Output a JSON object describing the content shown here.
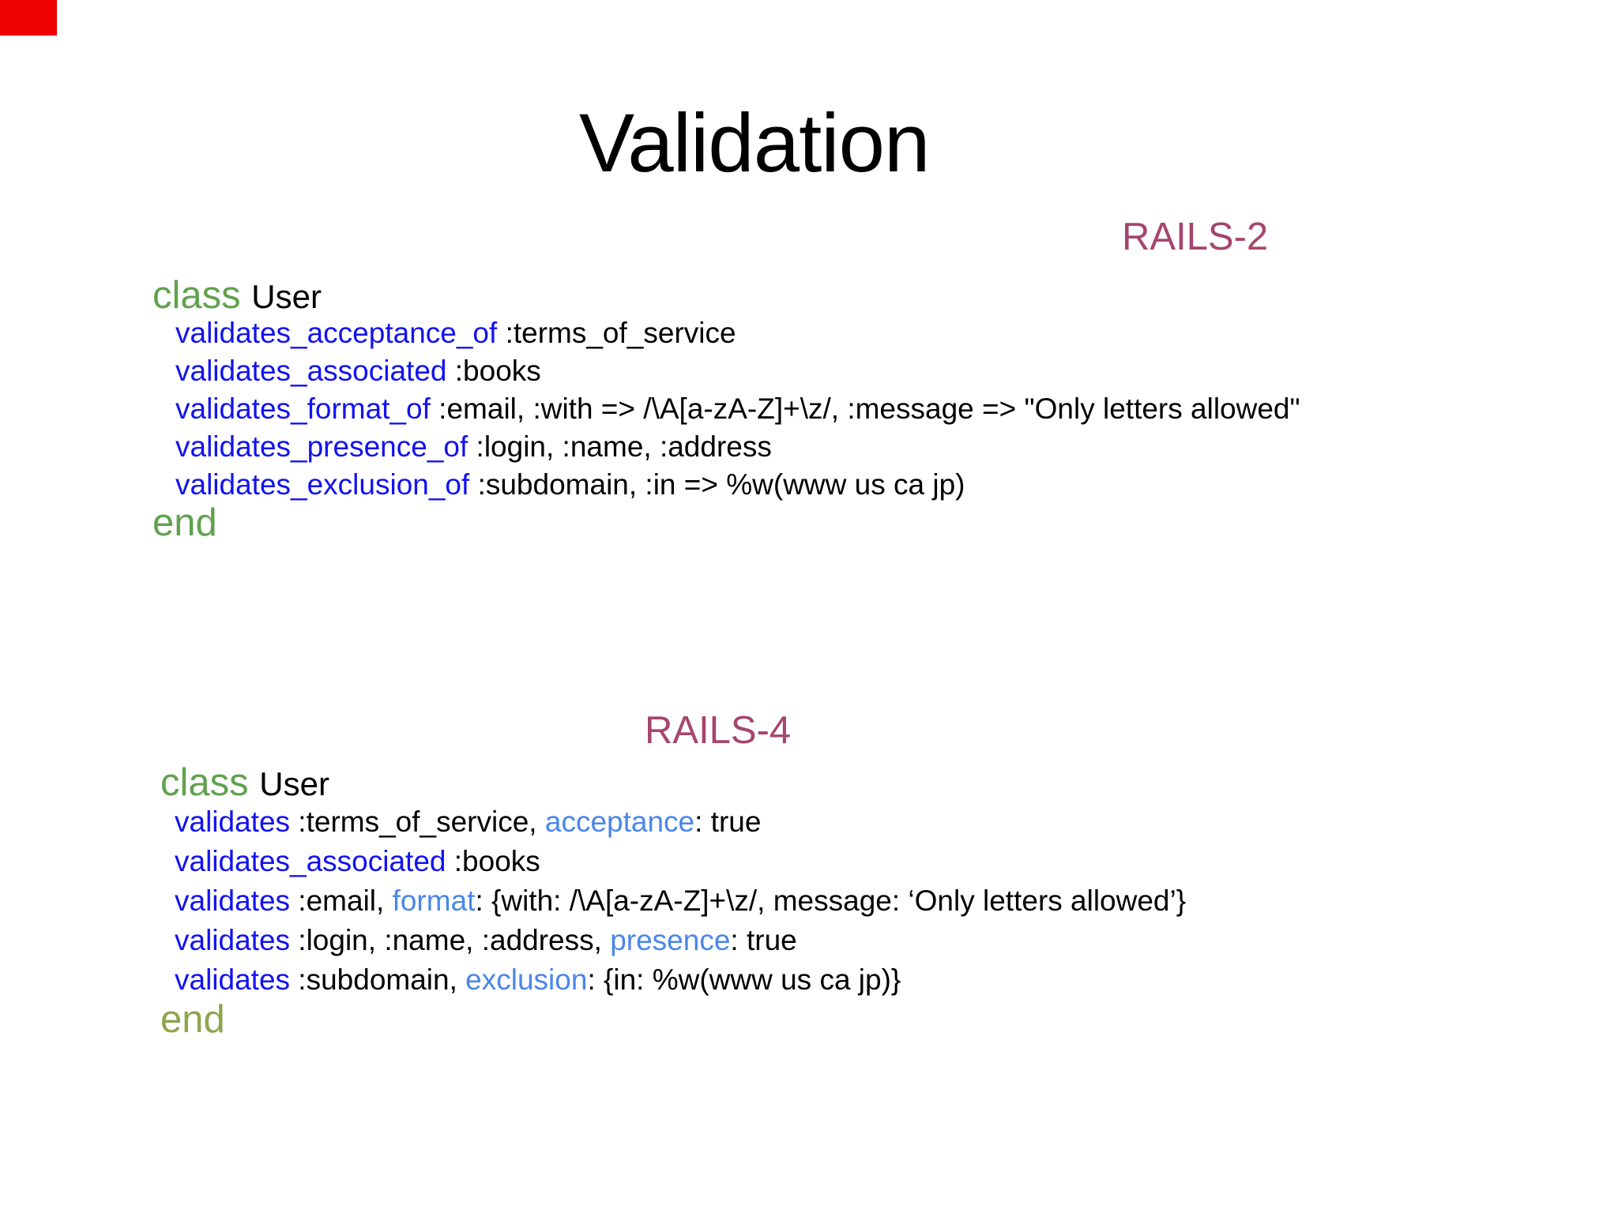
{
  "title": "Validation",
  "colors": {
    "keyword_blue": "#1212f0",
    "option_lightblue": "#4a86e8",
    "class_green": "#60a24e",
    "end_olive": "#8da54d",
    "heading_pink": "#a5466e",
    "text_black": "#000000",
    "marker_red": "#ee0202",
    "background": "#ffffff"
  },
  "sections": [
    {
      "heading": "RAILS-2",
      "lines": [
        {
          "indent": false,
          "tokens": [
            {
              "t": "class ",
              "cls": "green"
            },
            {
              "t": "User",
              "cls": "user"
            }
          ]
        },
        {
          "indent": true,
          "tokens": [
            {
              "t": "validates_acceptance_of",
              "cls": "blue"
            },
            {
              "t": " :terms_of_service",
              "cls": "black"
            }
          ]
        },
        {
          "indent": true,
          "tokens": [
            {
              "t": "validates_associated",
              "cls": "blue"
            },
            {
              "t": " :books",
              "cls": "black"
            }
          ]
        },
        {
          "indent": true,
          "tokens": [
            {
              "t": "validates_format_of",
              "cls": "blue"
            },
            {
              "t": " :email, :with => /\\A[a-zA-Z]+\\z/, :message => \"Only letters allowed\"",
              "cls": "black"
            }
          ]
        },
        {
          "indent": true,
          "tokens": [
            {
              "t": "validates_presence_of",
              "cls": "blue"
            },
            {
              "t": " :login, :name, :address",
              "cls": "black"
            }
          ]
        },
        {
          "indent": true,
          "tokens": [
            {
              "t": "validates_exclusion_of",
              "cls": "blue"
            },
            {
              "t": " :subdomain, :in => %w(www us ca jp)",
              "cls": "black"
            }
          ]
        },
        {
          "indent": false,
          "tokens": [
            {
              "t": "end",
              "cls": "green"
            }
          ]
        }
      ]
    },
    {
      "heading": "RAILS-4",
      "lines": [
        {
          "indent": false,
          "tokens": [
            {
              "t": "class ",
              "cls": "green"
            },
            {
              "t": "User",
              "cls": "user"
            }
          ]
        },
        {
          "indent": true,
          "tokens": [
            {
              "t": "validates",
              "cls": "blue"
            },
            {
              "t": " :terms_of_service, ",
              "cls": "black"
            },
            {
              "t": "acceptance",
              "cls": "lightblue"
            },
            {
              "t": ": true",
              "cls": "black"
            }
          ]
        },
        {
          "indent": true,
          "tokens": [
            {
              "t": "validates_associated",
              "cls": "blue"
            },
            {
              "t": " :books",
              "cls": "black"
            }
          ]
        },
        {
          "indent": true,
          "tokens": [
            {
              "t": "validates",
              "cls": "blue"
            },
            {
              "t": " :email, ",
              "cls": "black"
            },
            {
              "t": "format",
              "cls": "lightblue"
            },
            {
              "t": ": {with: /\\A[a-zA-Z]+\\z/, message: ‘Only letters allowed’}",
              "cls": "black"
            }
          ]
        },
        {
          "indent": true,
          "tokens": [
            {
              "t": "validates",
              "cls": "blue"
            },
            {
              "t": " :login, :name, :address, ",
              "cls": "black"
            },
            {
              "t": "presence",
              "cls": "lightblue"
            },
            {
              "t": ": true",
              "cls": "black"
            }
          ]
        },
        {
          "indent": true,
          "tokens": [
            {
              "t": "validates",
              "cls": "blue"
            },
            {
              "t": " :subdomain, ",
              "cls": "black"
            },
            {
              "t": "exclusion",
              "cls": "lightblue"
            },
            {
              "t": ": {in: %w(www us ca jp)}",
              "cls": "black"
            }
          ]
        },
        {
          "indent": false,
          "tokens": [
            {
              "t": "end",
              "cls": "olive"
            }
          ]
        }
      ]
    }
  ]
}
